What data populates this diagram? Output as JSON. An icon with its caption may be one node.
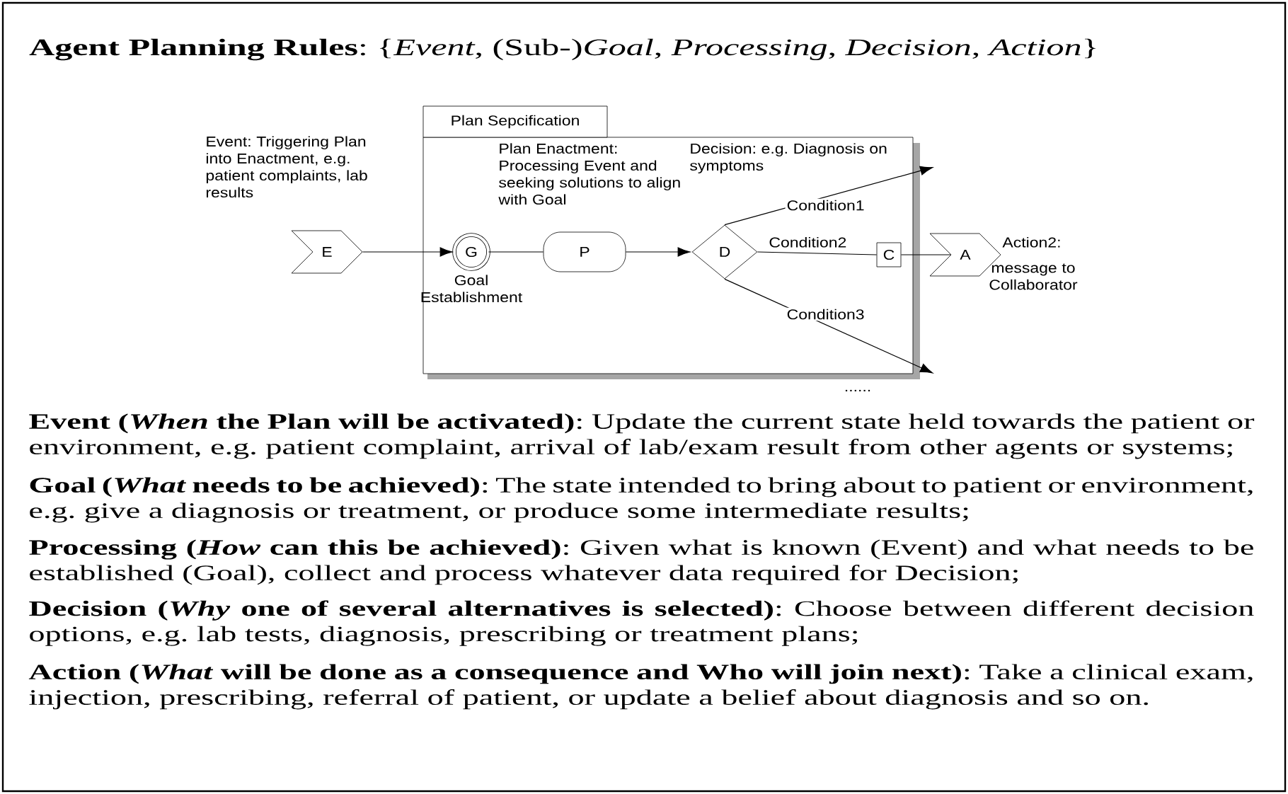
{
  "diagram": {
    "title": "**Agent Planning Rules**: {*Event*, (Sub-)*Goal*, *Processing*, *Decision*, *Action*}",
    "nodes": [
      {
        "text": [
          "Plan Sepcification"
        ]
      },
      {
        "text": [
          "E"
        ],
        "beside": [
          "Event: Triggering Plan into Enactment, e.g. patient complaints, lab results"
        ]
      },
      {
        "text": [
          "G"
        ],
        "in": 0,
        "beside": [
          "Goal Establishment"
        ]
      },
      {
        "text": [
          "P"
        ],
        "in": 0,
        "beside": [
          "Plan Enactment: Processing Event and seeking solutions to align with Goal"
        ]
      },
      {
        "text": [
          "D"
        ],
        "in": 0,
        "beside": [
          "Decision: e.g. Diagnosis on symptoms"
        ]
      },
      {
        "text": [
          "C"
        ],
        "in": 0
      },
      {
        "text": [
          "A"
        ],
        "beside": [
          "Action2:",
          "message to Collaborator"
        ]
      }
    ],
    "edges": [
      {
        "from": 1,
        "to": 2,
        "arrow": "to"
      },
      {
        "from": 2,
        "to": 3,
        "arrow": "none"
      },
      {
        "from": 3,
        "to": 4,
        "arrow": "to"
      },
      {
        "from": 4,
        "to": null,
        "arrow": "to",
        "label": "Condition1"
      },
      {
        "from": 4,
        "to": 5,
        "arrow": "none",
        "label": "Condition2"
      },
      {
        "from": 5,
        "to": 6,
        "arrow": "none"
      },
      {
        "from": 4,
        "to": null,
        "arrow": "to",
        "label": "Condition3"
      }
    ],
    "labels": [
      "......",
      "**Event (*When* the Plan will be activated)**: Update the current state held towards the patient or environment, e.g. patient complaint, arrival of lab/exam result from other agents or systems;",
      "**Goal (*What* needs to be achieved)**: The state intended to bring about to patient or environment, e.g. give a diagnosis or treatment, or produce some intermediate results;",
      "**Processing (*How* can this be achieved)**: Given what is known (Event) and what needs to be established (Goal), collect and process whatever data required for Decision;",
      "**Decision (*Why* one of several alternatives is selected)**: Choose between different decision options, e.g. lab tests, diagnosis, prescribing or treatment plans;",
      "**Action (*What* will be done as a consequence and Who will join next)**: Take a clinical exam, injection, prescribing, referral of patient, or update a belief about diagnosis and so on."
    ]
  }
}
